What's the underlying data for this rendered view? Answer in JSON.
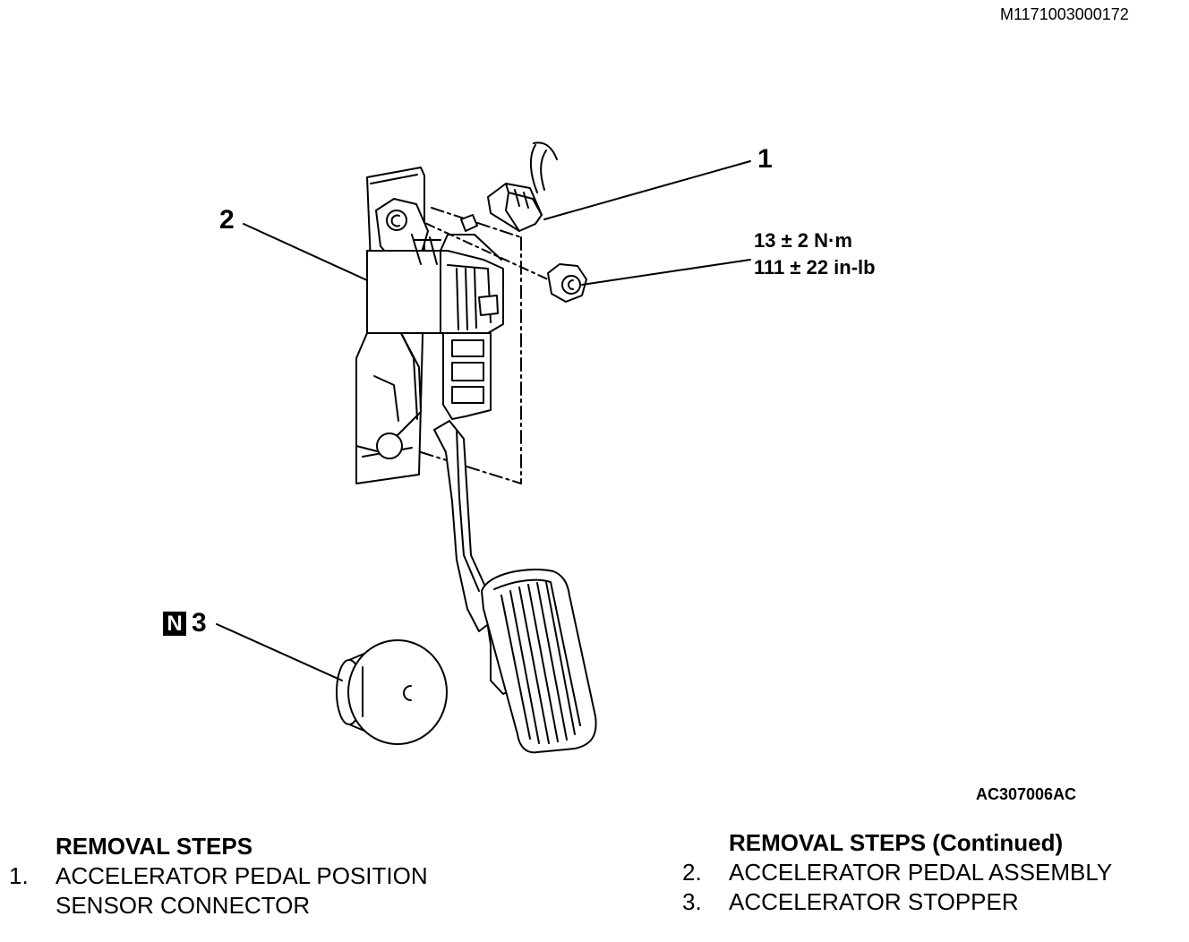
{
  "document_id": "M1171003000172",
  "figure_id": "AC307006AC",
  "callouts": {
    "c1": "1",
    "c2": "2",
    "c3": "3",
    "n_mark": "N"
  },
  "torque": {
    "metric": "13 ± 2 N·m",
    "imperial": "111 ± 22 in-lb"
  },
  "steps_left": {
    "heading": "REMOVAL STEPS",
    "items": [
      {
        "num": "1.",
        "line1": "ACCELERATOR PEDAL POSITION",
        "line2": "SENSOR CONNECTOR"
      }
    ]
  },
  "steps_right": {
    "heading": "REMOVAL STEPS (Continued)",
    "items": [
      {
        "num": "2.",
        "text": "ACCELERATOR PEDAL ASSEMBLY"
      },
      {
        "num": "3.",
        "text": "ACCELERATOR STOPPER"
      }
    ]
  },
  "parts": {
    "connector": "sensor-connector",
    "pedal_assembly": "accelerator-pedal-assembly",
    "stopper": "accelerator-stopper",
    "nut": "mounting-nut"
  }
}
